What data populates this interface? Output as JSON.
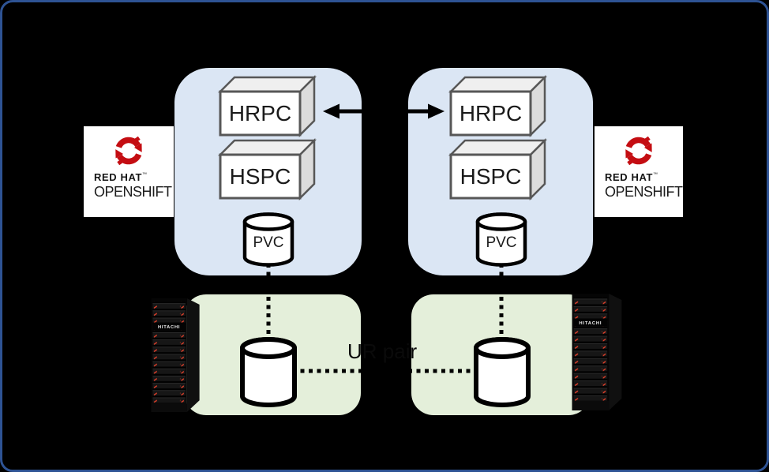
{
  "diagram": {
    "replication_label": "UR pair"
  },
  "left_cluster": {
    "hrpc_label": "HRPC",
    "hspc_label": "HSPC",
    "pvc_label": "PVC"
  },
  "right_cluster": {
    "hrpc_label": "HRPC",
    "hspc_label": "HSPC",
    "pvc_label": "PVC"
  },
  "left_logo": {
    "brand": "RED HAT",
    "trademark": "™",
    "product": "OPENSHIFT"
  },
  "right_logo": {
    "brand": "RED HAT",
    "trademark": "™",
    "product": "OPENSHIFT"
  },
  "left_storage": {
    "vendor_label": "HITACHI"
  },
  "right_storage": {
    "vendor_label": "HITACHI"
  },
  "colors": {
    "frame_border": "#2e5394",
    "background": "#000000",
    "cluster_fill": "#dbe6f4",
    "storage_fill": "#e4efda",
    "box_front": "#ffffff",
    "box_edge": "#575757",
    "redhat_red": "#c40d12",
    "led_red": "#e2402a"
  }
}
